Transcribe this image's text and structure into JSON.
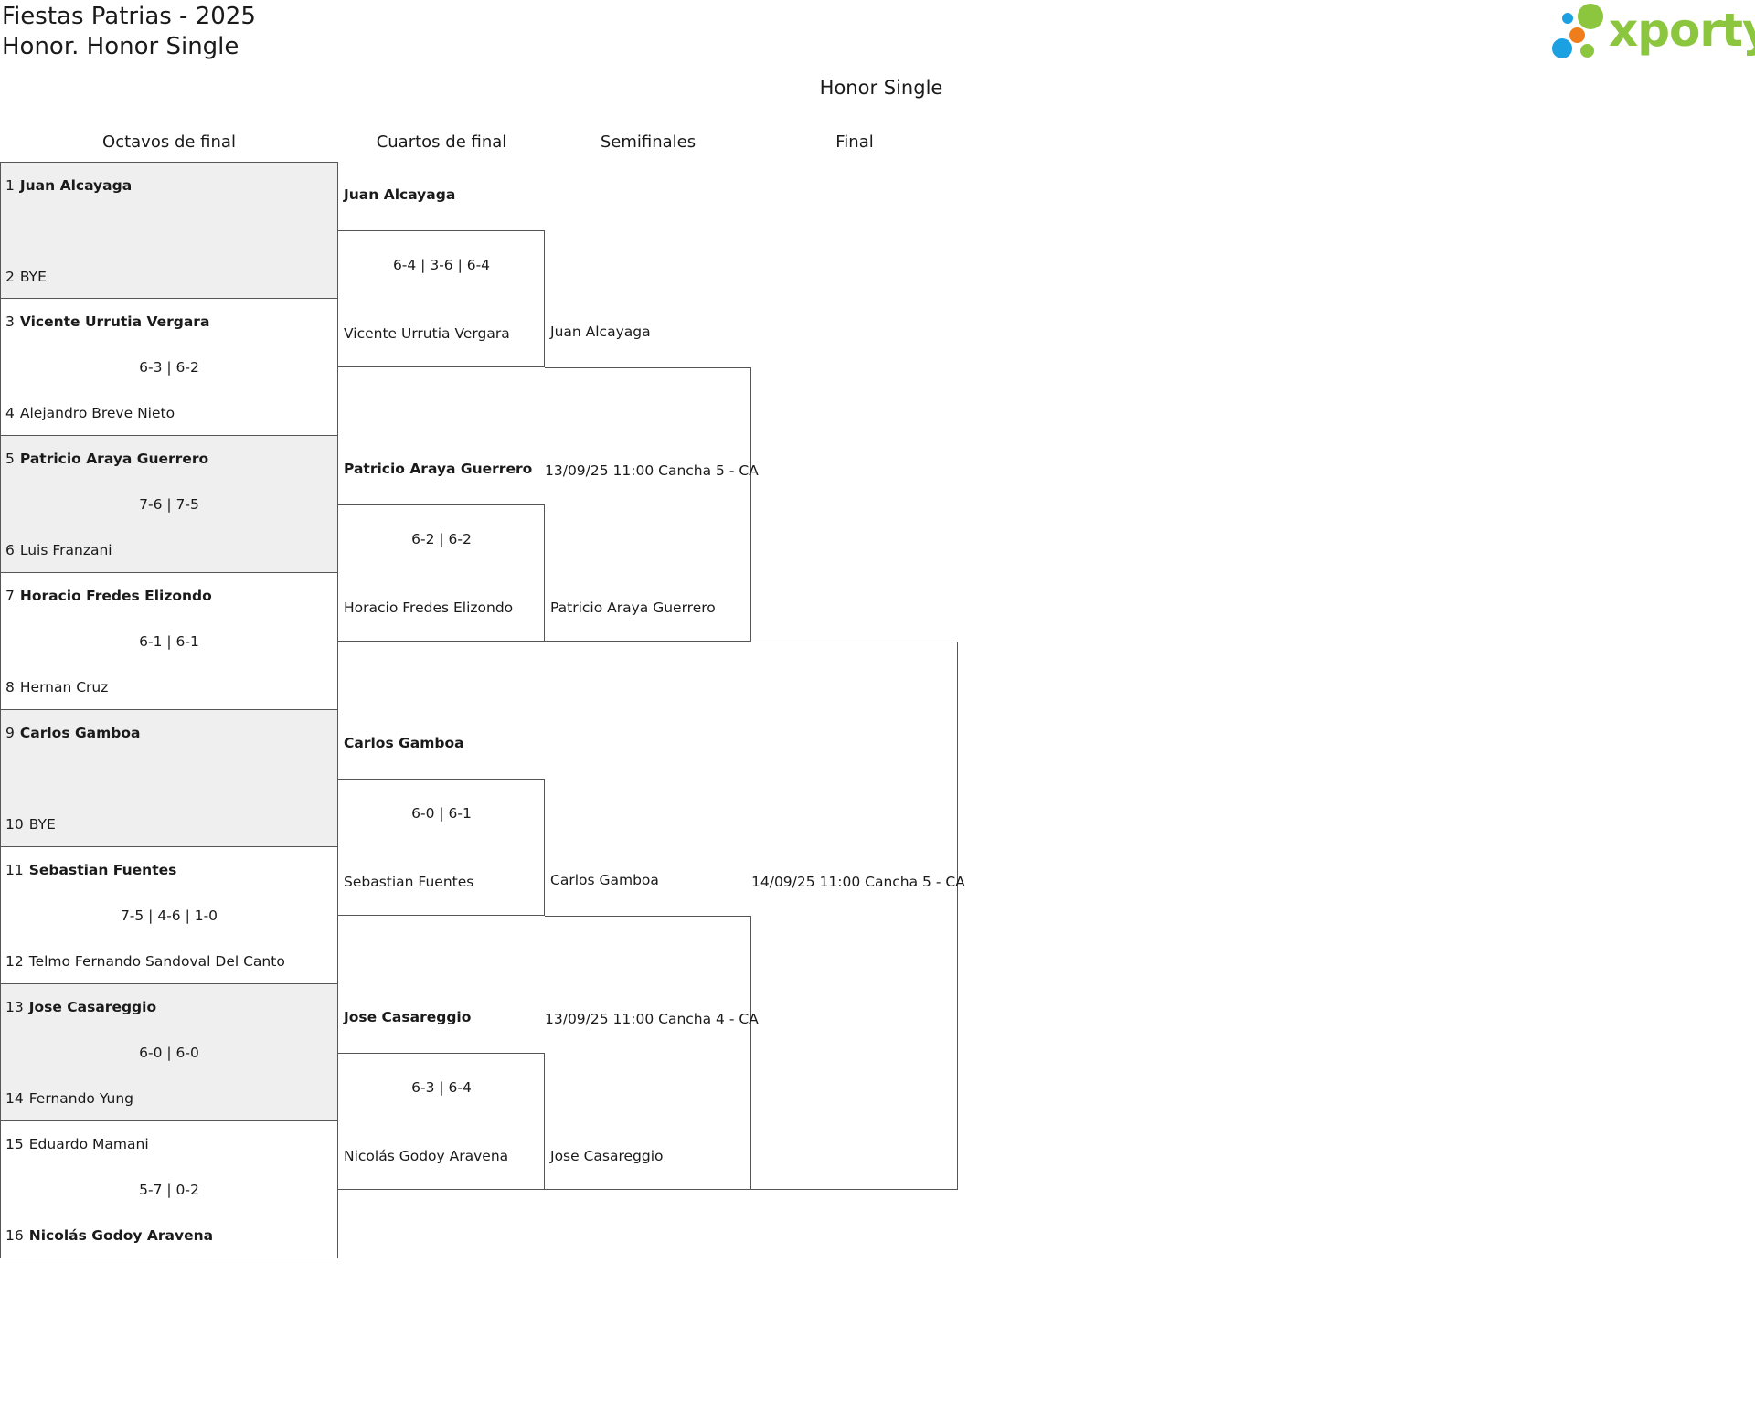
{
  "header": {
    "title_line1": "Fiestas Patrias - 2025",
    "title_line2": "Honor. Honor Single",
    "draw_title": "Honor Single"
  },
  "logo": {
    "text": "xporty",
    "colors": {
      "green": "#8cc63f",
      "orange": "#f07d1c",
      "blue": "#1ba1e2"
    }
  },
  "colors": {
    "shaded_row": "#efefef",
    "line": "#555555"
  },
  "rounds": [
    "Octavos de final",
    "Cuartos de final",
    "Semifinales",
    "Final"
  ],
  "round_of_16": [
    {
      "top": {
        "seed": "1",
        "name": "Juan Alcayaga",
        "winner": true
      },
      "bottom": {
        "seed": "2",
        "name": "BYE",
        "winner": false
      },
      "score": "",
      "shaded": true
    },
    {
      "top": {
        "seed": "3",
        "name": "Vicente Urrutia Vergara",
        "winner": true
      },
      "bottom": {
        "seed": "4",
        "name": "Alejandro Breve Nieto",
        "winner": false
      },
      "score": "6-3 | 6-2",
      "shaded": false
    },
    {
      "top": {
        "seed": "5",
        "name": "Patricio Araya Guerrero",
        "winner": true
      },
      "bottom": {
        "seed": "6",
        "name": "Luis Franzani",
        "winner": false
      },
      "score": "7-6 | 7-5",
      "shaded": true
    },
    {
      "top": {
        "seed": "7",
        "name": "Horacio Fredes Elizondo",
        "winner": true
      },
      "bottom": {
        "seed": "8",
        "name": "Hernan Cruz",
        "winner": false
      },
      "score": "6-1 | 6-1",
      "shaded": false
    },
    {
      "top": {
        "seed": "9",
        "name": "Carlos Gamboa",
        "winner": true
      },
      "bottom": {
        "seed": "10",
        "name": "BYE",
        "winner": false
      },
      "score": "",
      "shaded": true
    },
    {
      "top": {
        "seed": "11",
        "name": "Sebastian Fuentes",
        "winner": true
      },
      "bottom": {
        "seed": "12",
        "name": "Telmo Fernando Sandoval Del Canto",
        "winner": false
      },
      "score": "7-5 | 4-6 | 1-0",
      "shaded": false
    },
    {
      "top": {
        "seed": "13",
        "name": "Jose Casareggio",
        "winner": true
      },
      "bottom": {
        "seed": "14",
        "name": "Fernando Yung",
        "winner": false
      },
      "score": "6-0 | 6-0",
      "shaded": true
    },
    {
      "top": {
        "seed": "15",
        "name": "Eduardo Mamani",
        "winner": false
      },
      "bottom": {
        "seed": "16",
        "name": "Nicolás Godoy Aravena",
        "winner": true
      },
      "score": "5-7 | 0-2",
      "shaded": false
    }
  ],
  "quarterfinals": [
    {
      "top": {
        "name": "Juan Alcayaga",
        "winner": true
      },
      "bottom": {
        "name": "Vicente Urrutia Vergara",
        "winner": false
      },
      "score": "6-4 | 3-6 | 6-4"
    },
    {
      "top": {
        "name": "Patricio Araya Guerrero",
        "winner": true
      },
      "bottom": {
        "name": "Horacio Fredes Elizondo",
        "winner": false
      },
      "score": "6-2 | 6-2"
    },
    {
      "top": {
        "name": "Carlos Gamboa",
        "winner": true
      },
      "bottom": {
        "name": "Sebastian Fuentes",
        "winner": false
      },
      "score": "6-0 | 6-1"
    },
    {
      "top": {
        "name": "Jose Casareggio",
        "winner": true
      },
      "bottom": {
        "name": "Nicolás Godoy Aravena",
        "winner": false
      },
      "score": "6-3 | 6-4"
    }
  ],
  "semifinals": [
    {
      "top": {
        "name": "Juan Alcayaga"
      },
      "bottom": {
        "name": "Patricio Araya Guerrero"
      },
      "info": "13/09/25 11:00 Cancha 5 - CA"
    },
    {
      "top": {
        "name": "Carlos Gamboa"
      },
      "bottom": {
        "name": "Jose Casareggio"
      },
      "info": "13/09/25 11:00 Cancha 4 - CA"
    }
  ],
  "final": {
    "info": "14/09/25 11:00 Cancha 5 - CA"
  }
}
